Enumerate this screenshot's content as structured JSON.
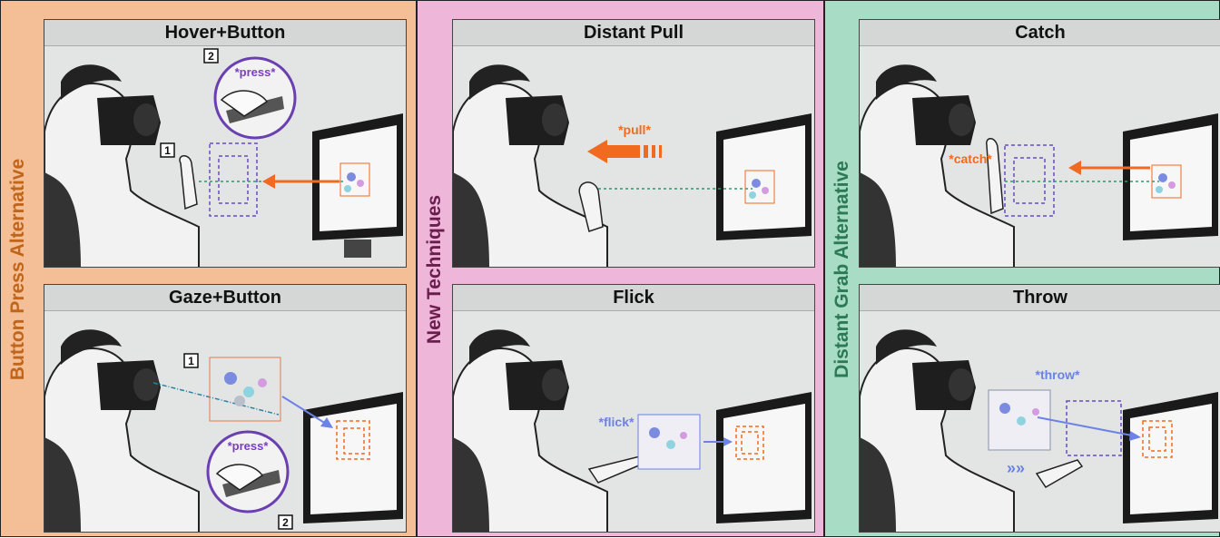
{
  "groups": [
    {
      "label": "Button Press Alternative",
      "panels": [
        {
          "title": "Hover+Button",
          "step1": "1",
          "step2": "2",
          "annotation": "*press*"
        },
        {
          "title": "Gaze+Button",
          "step1": "1",
          "step2": "2",
          "annotation": "*press*"
        }
      ]
    },
    {
      "label": "New Techniques",
      "panels": [
        {
          "title": "Distant Pull",
          "annotation": "*pull*"
        },
        {
          "title": "Flick",
          "annotation": "*flick*"
        }
      ]
    },
    {
      "label": "Distant Grab Alternative",
      "panels": [
        {
          "title": "Catch",
          "annotation": "*catch*"
        },
        {
          "title": "Throw",
          "annotation": "*throw*"
        }
      ]
    }
  ],
  "colors": {
    "button_press_bg": "#f4bf97",
    "new_techniques_bg": "#eeb6d8",
    "distant_grab_bg": "#a9dcc4",
    "orange_arrow": "#f06a1f",
    "blue_arrow": "#6b82e6",
    "purple_box": "#6a4bbf",
    "gaze_line": "#2e9a6b"
  }
}
